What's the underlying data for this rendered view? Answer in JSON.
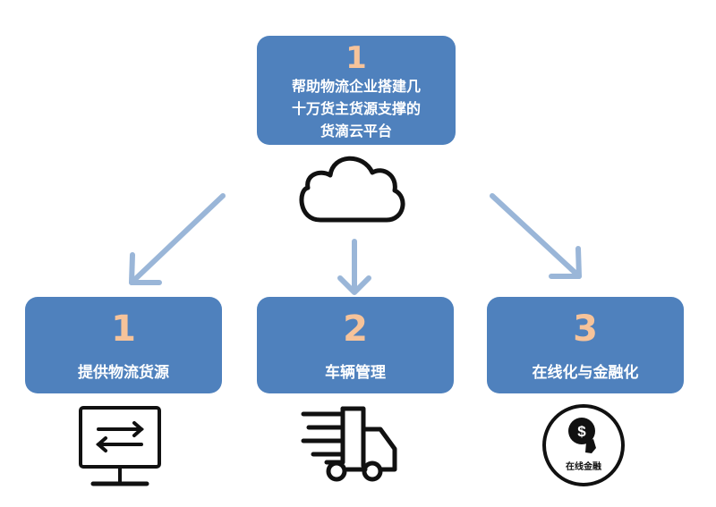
{
  "top_box": {
    "number": "1",
    "lines": [
      "帮助物流企业搭建几",
      "十万货主货源支撑的",
      "货滴云平台"
    ]
  },
  "boxes": [
    {
      "number": "1",
      "label": "提供物流货源"
    },
    {
      "number": "2",
      "label": "车辆管理"
    },
    {
      "number": "3",
      "label": "在线化与金融化"
    }
  ],
  "finance_icon_text": "在线金融",
  "colors": {
    "box": "#4f81bd",
    "number": "#f6c39a",
    "arrow": "#9ab6d8",
    "icon": "#111111"
  },
  "icons": [
    "cloud-icon",
    "monitor-transfer-icon",
    "delivery-truck-icon",
    "online-finance-icon"
  ]
}
